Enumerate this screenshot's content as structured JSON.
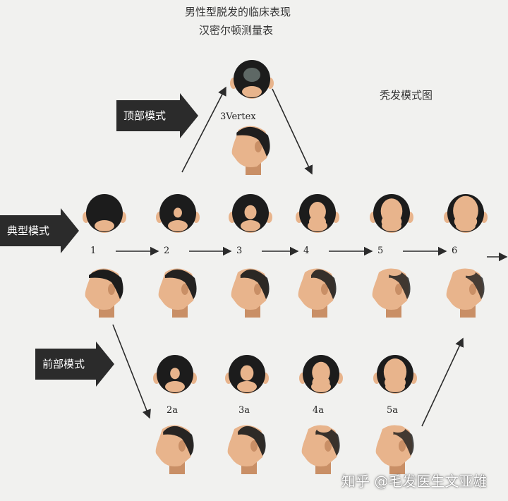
{
  "title": {
    "line1": "男性型脱发的临床表现",
    "line2": "汉密尔顿测量表"
  },
  "subtitle": "秃发模式图",
  "tags": {
    "vertex": "顶部模式",
    "typical": "典型模式",
    "frontal": "前部模式"
  },
  "vertex_label": "3Vertex",
  "typical_stages": [
    {
      "label": "1",
      "bald": 0.0
    },
    {
      "label": "2",
      "bald": 0.15
    },
    {
      "label": "3",
      "bald": 0.3
    },
    {
      "label": "4",
      "bald": 0.5
    },
    {
      "label": "5",
      "bald": 0.7
    },
    {
      "label": "6",
      "bald": 0.85
    }
  ],
  "frontal_stages": [
    {
      "label": "2a",
      "bald": 0.2
    },
    {
      "label": "3a",
      "bald": 0.35
    },
    {
      "label": "4a",
      "bald": 0.55
    },
    {
      "label": "5a",
      "bald": 0.75
    }
  ],
  "watermark": "知乎 @毛发医生文亚雄",
  "colors": {
    "hair": "#1c1c1c",
    "skin": "#e8b48c",
    "skin_shade": "#c98f66",
    "arrow": "#2b2b2b",
    "background": "#f1f1ef"
  }
}
